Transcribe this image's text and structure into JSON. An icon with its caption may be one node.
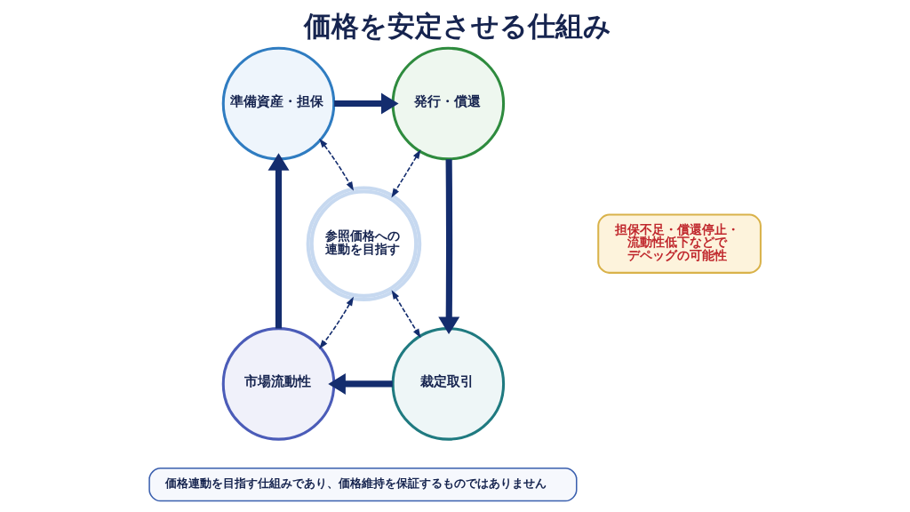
{
  "diagram": {
    "title": "価格を安定させる仕組み",
    "nodes": [
      {
        "text": [
          "準備資産・担保"
        ]
      },
      {
        "text": [
          "発行・償還"
        ]
      },
      {
        "text": [
          "参照価格への連動を目指す"
        ]
      },
      {
        "text": [
          "担保不足・償還停止・流動性低下などでデペッグの可能性"
        ]
      },
      {
        "text": [
          "市場流動性"
        ]
      },
      {
        "text": [
          "裁定取引"
        ]
      },
      {
        "text": [
          "価格連動を目指す仕組みであり、価格維持を保証するものではありません"
        ]
      }
    ],
    "edges": [
      {
        "from": 0,
        "to": 1,
        "arrow": "to",
        "style": "thick"
      },
      {
        "from": 1,
        "to": 5,
        "arrow": "to",
        "style": "thick"
      },
      {
        "from": 5,
        "to": 4,
        "arrow": "to",
        "style": "thick"
      },
      {
        "from": 4,
        "to": 0,
        "arrow": "to",
        "style": "thick"
      },
      {
        "from": 0,
        "to": 2,
        "arrow": "both",
        "style": "dashed"
      },
      {
        "from": 1,
        "to": 2,
        "arrow": "both",
        "style": "dashed"
      },
      {
        "from": 2,
        "to": 5,
        "arrow": "both",
        "style": "dashed"
      },
      {
        "from": 2,
        "to": 4,
        "arrow": "both",
        "style": "dashed"
      }
    ]
  }
}
